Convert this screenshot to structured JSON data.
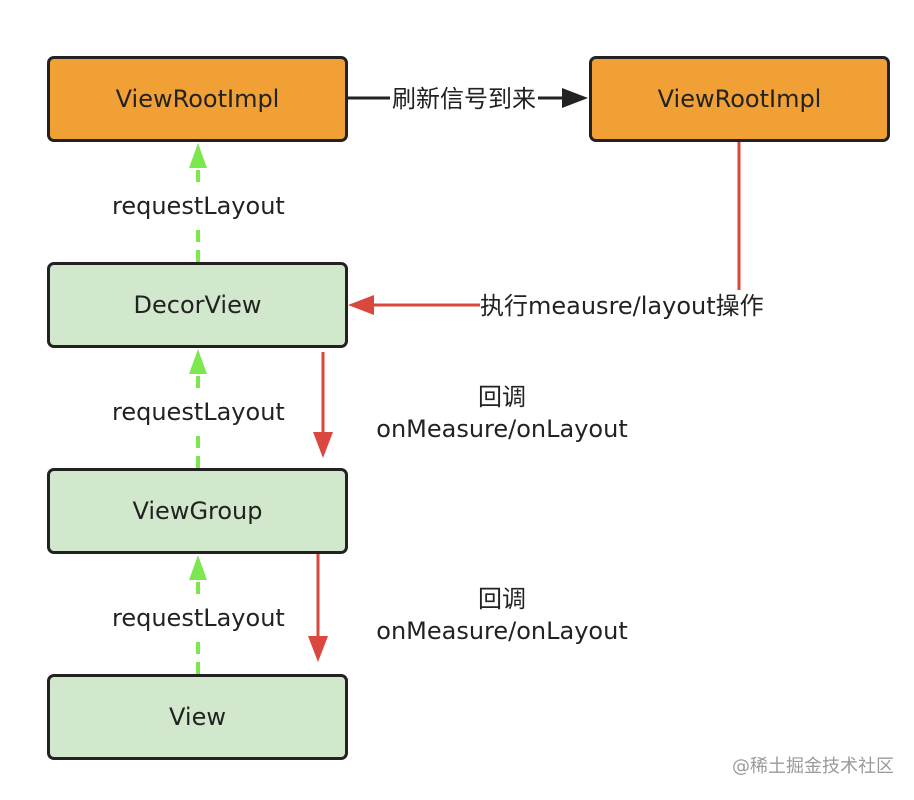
{
  "nodes": {
    "viewroot_left": "ViewRootImpl",
    "viewroot_right": "ViewRootImpl",
    "decor_view": "DecorView",
    "view_group": "ViewGroup",
    "view": "View"
  },
  "edges": {
    "refresh_signal": "刷新信号到来",
    "request_layout_1": "requestLayout",
    "request_layout_2": "requestLayout",
    "request_layout_3": "requestLayout",
    "execute_measure_layout": "执行meausre/layout操作",
    "callback_1_line1": "回调",
    "callback_1_line2": "onMeasure/onLayout",
    "callback_2_line1": "回调",
    "callback_2_line2": "onMeasure/onLayout"
  },
  "colors": {
    "orange_fill": "#f0a035",
    "green_fill": "#d1e8cd",
    "green_arrow": "#7de84e",
    "red_arrow": "#d9473e",
    "black_arrow": "#222222"
  },
  "watermark": "@稀土掘金技术社区"
}
